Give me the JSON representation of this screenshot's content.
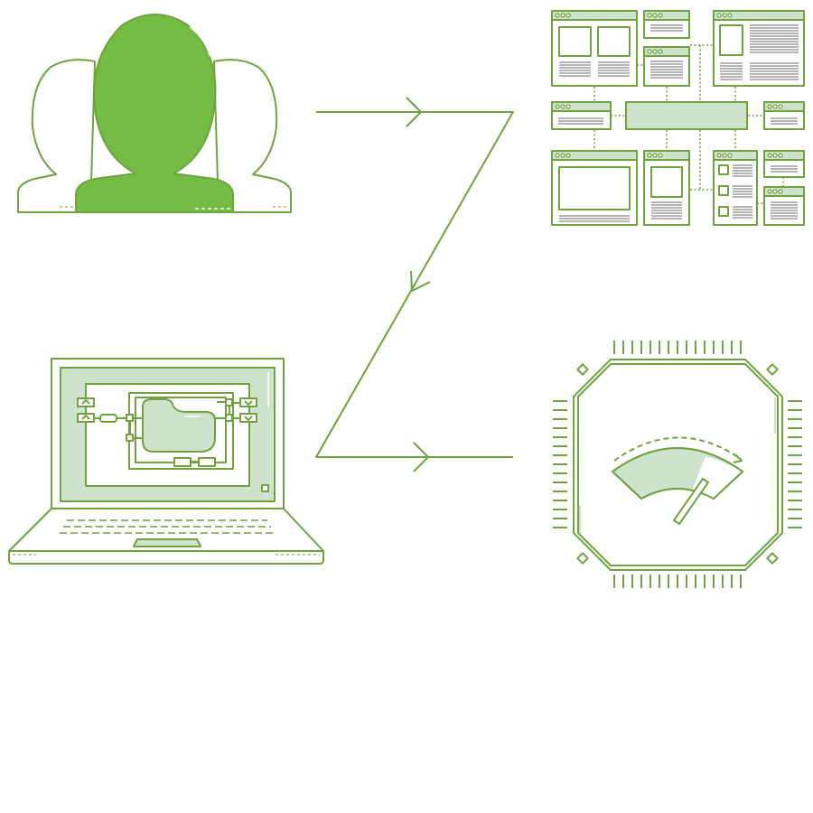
{
  "colors": {
    "stroke": "#6ea33f",
    "fill_strong": "#74bc43",
    "fill_light": "#cfe2cc",
    "background": "#ffffff",
    "text_lines": "#8a8a8a"
  },
  "nodes": [
    {
      "id": "users",
      "icon": "users-group-icon"
    },
    {
      "id": "architecture",
      "icon": "window-architecture-icon"
    },
    {
      "id": "design",
      "icon": "laptop-schematic-icon"
    },
    {
      "id": "performance",
      "icon": "chip-gauge-icon"
    }
  ],
  "flow": {
    "arrow_style": "open-chevron",
    "sequence": [
      "users",
      "architecture",
      "design",
      "performance"
    ]
  }
}
